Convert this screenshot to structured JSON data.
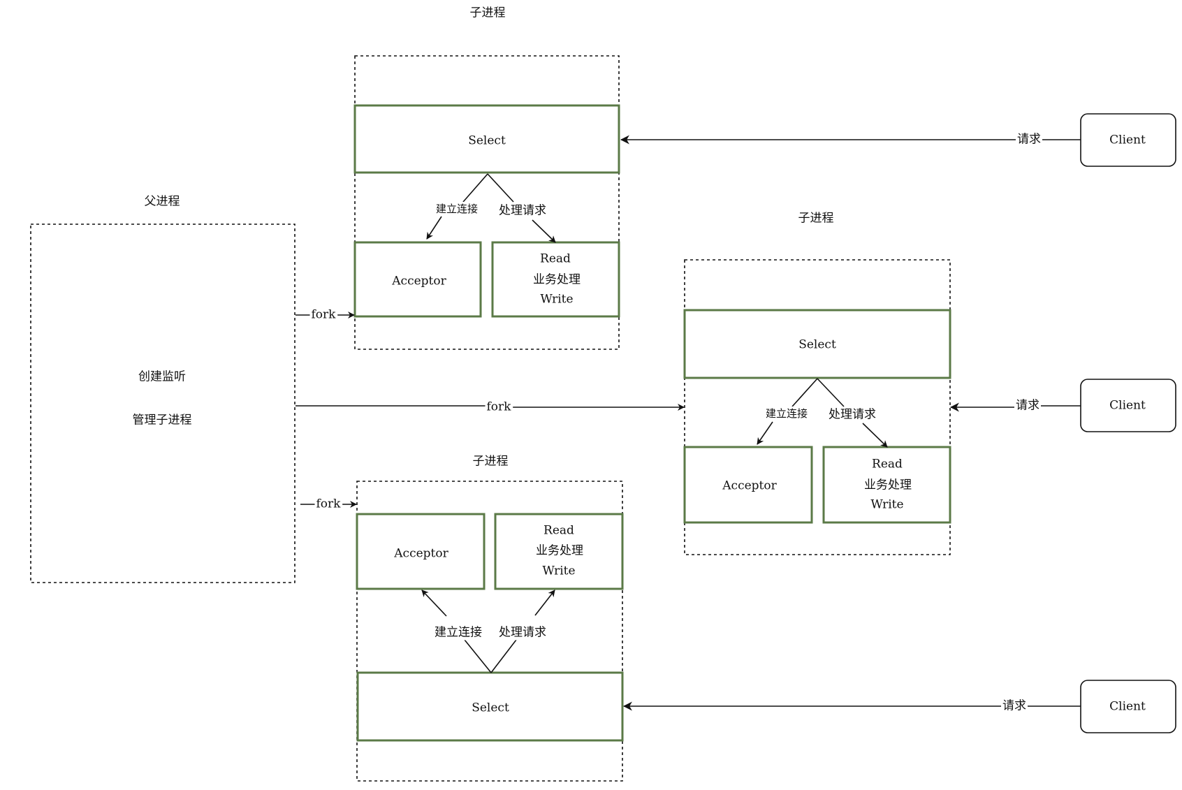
{
  "parent": {
    "title": "父进程",
    "line1": "创建监听",
    "line2": "管理子进程"
  },
  "children": [
    {
      "title": "子进程",
      "select": "Select",
      "acceptor": "Acceptor",
      "worker": [
        "Read",
        "业务处理",
        "Write"
      ],
      "edge_connect": "建立连接",
      "edge_handle": "处理请求",
      "fork": "fork",
      "request": "请求",
      "client": "Client"
    },
    {
      "title": "子进程",
      "select": "Select",
      "acceptor": "Acceptor",
      "worker": [
        "Read",
        "业务处理",
        "Write"
      ],
      "edge_connect": "建立连接",
      "edge_handle": "处理请求",
      "fork": "fork",
      "request": "请求",
      "client": "Client"
    },
    {
      "title": "子进程",
      "select": "Select",
      "acceptor": "Acceptor",
      "worker": [
        "Read",
        "业务处理",
        "Write"
      ],
      "edge_connect": "建立连接",
      "edge_handle": "处理请求",
      "fork": "fork",
      "request": "请求",
      "client": "Client"
    }
  ],
  "colors": {
    "component_border": "#5b7a47",
    "line": "#111111"
  }
}
